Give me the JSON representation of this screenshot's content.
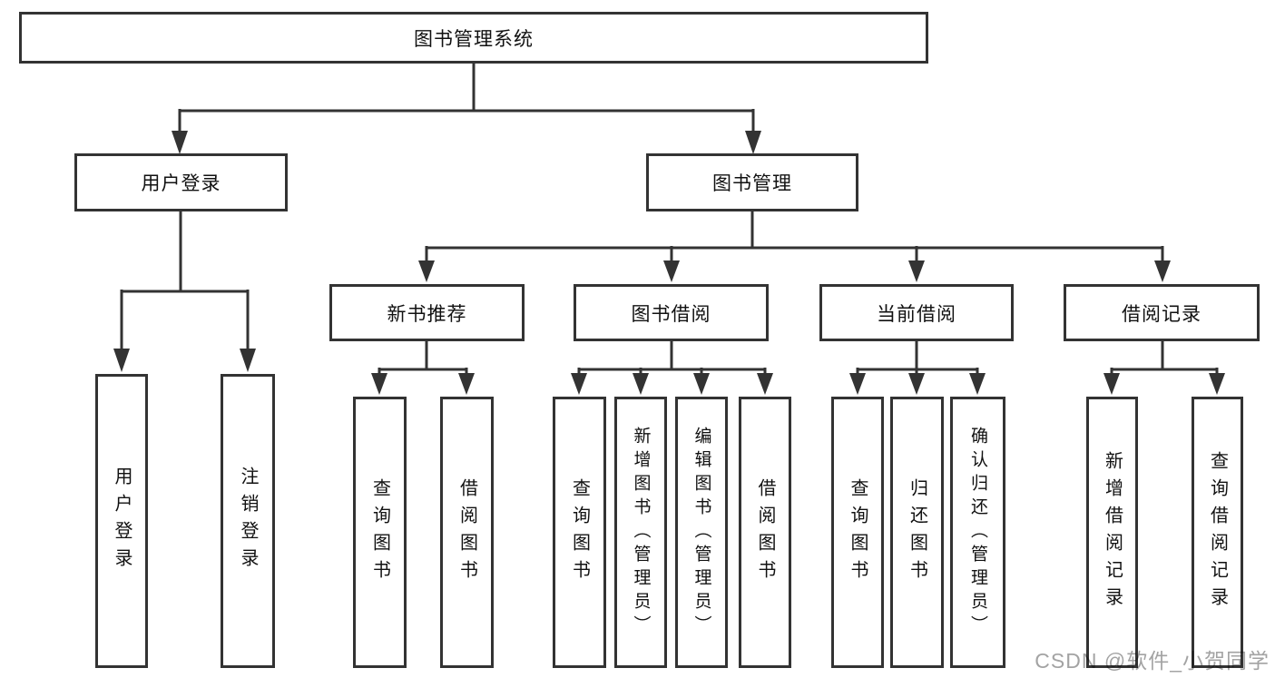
{
  "root": "图书管理系统",
  "login": {
    "label": "用户登录",
    "children": [
      "用户登录",
      "注销登录"
    ]
  },
  "manage": {
    "label": "图书管理"
  },
  "recommend": {
    "label": "新书推荐",
    "children": [
      "查询图书",
      "借阅图书"
    ]
  },
  "borrow": {
    "label": "图书借阅",
    "children": [
      "查询图书",
      "新增图书（管理员）",
      "编辑图书（管理员）",
      "借阅图书"
    ]
  },
  "current": {
    "label": "当前借阅",
    "children": [
      "查询图书",
      "归还图书",
      "确认归还（管理员）"
    ]
  },
  "records": {
    "label": "借阅记录",
    "children": [
      "新增借阅记录",
      "查询借阅记录"
    ]
  },
  "watermark": "CSDN @软件_小贺同学",
  "colors": {
    "line": "#333333",
    "border": "#333333",
    "text": "#111111",
    "watermark": "#9e9e9e",
    "background": "#ffffff"
  }
}
